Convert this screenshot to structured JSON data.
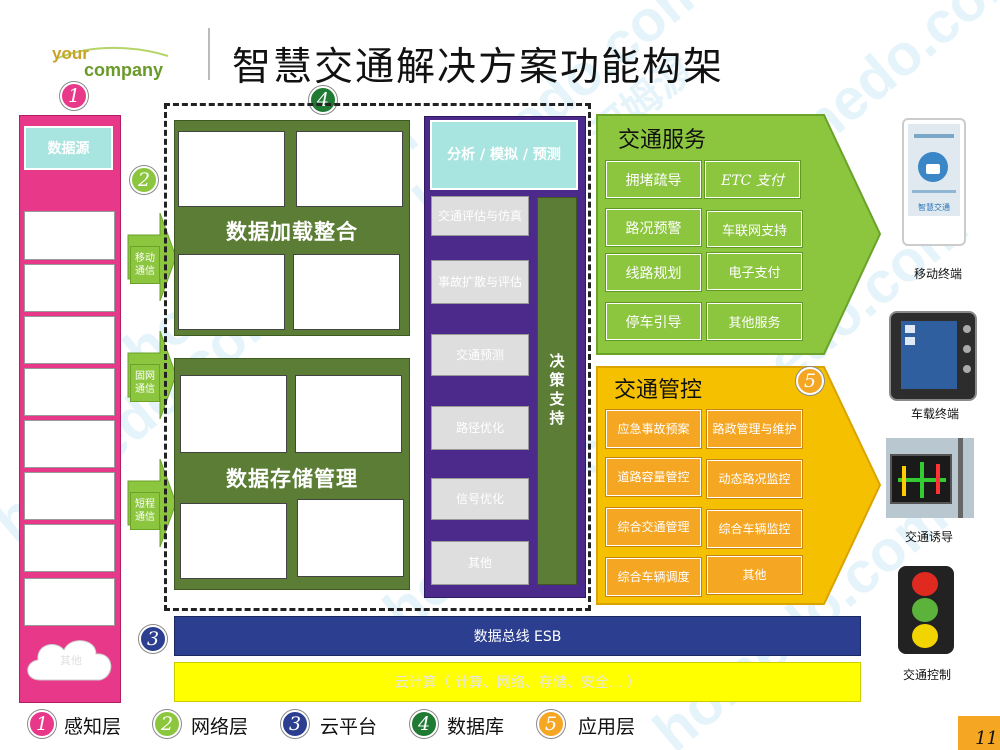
{
  "logo": {
    "line1": "your",
    "line2": "company"
  },
  "title": "智慧交通解决方案功能构架",
  "watermark": {
    "text": "homedo.com",
    "cn": "河姆渡"
  },
  "markers": {
    "n1": "1",
    "n2": "2",
    "n3": "3",
    "n4": "4",
    "n5": "5"
  },
  "perception": {
    "header": "数据源",
    "cloud_label": "其他"
  },
  "network": {
    "tags": [
      "移动通信",
      "固网通信",
      "短程通信"
    ]
  },
  "database": {
    "block1_title": "数据加载整合",
    "block2_title": "数据存储管理"
  },
  "analysis": {
    "header": "分析 / 模拟 / 预测",
    "items": [
      "交通评估与仿真",
      "事故扩散与评估",
      "交通预测",
      "路径优化",
      "信号优化",
      "其他"
    ],
    "decision": "决策支持"
  },
  "services": {
    "title": "交通服务",
    "left": [
      "拥堵疏导",
      "路况预警",
      "线路规划",
      "停车引导"
    ],
    "right": [
      "ETC 支付",
      "车联网支持",
      "电子支付",
      "其他服务"
    ]
  },
  "control": {
    "title": "交通管控",
    "left": [
      "应急事故预案",
      "道路容量管控",
      "综合交通管理",
      "综合车辆调度"
    ],
    "right": [
      "路政管理与维护",
      "动态路况监控",
      "综合车辆监控",
      "其他"
    ]
  },
  "bus": {
    "label": "数据总线 ESB"
  },
  "cloud": {
    "label": "云计算（ 计算、网络、存储、安全... ）"
  },
  "terminals": {
    "mobile": "移动终端",
    "vehicle": "车载终端",
    "guidance": "交通诱导",
    "control": "交通控制",
    "phone_app": "智慧交通"
  },
  "legend": [
    {
      "num": "1",
      "label": "感知层"
    },
    {
      "num": "2",
      "label": "网络层"
    },
    {
      "num": "3",
      "label": "云平台"
    },
    {
      "num": "4",
      "label": "数据库"
    },
    {
      "num": "5",
      "label": "应用层"
    }
  ],
  "page_number": "11",
  "colors": {
    "pink": "#e8388a",
    "lightgreen": "#8cc63f",
    "darkgreen": "#5b7d35",
    "purple": "#4b2a8c",
    "teal": "#a8e4e0",
    "orange": "#f5a623",
    "blue": "#2b3e8f",
    "yellow": "#ffff00"
  }
}
